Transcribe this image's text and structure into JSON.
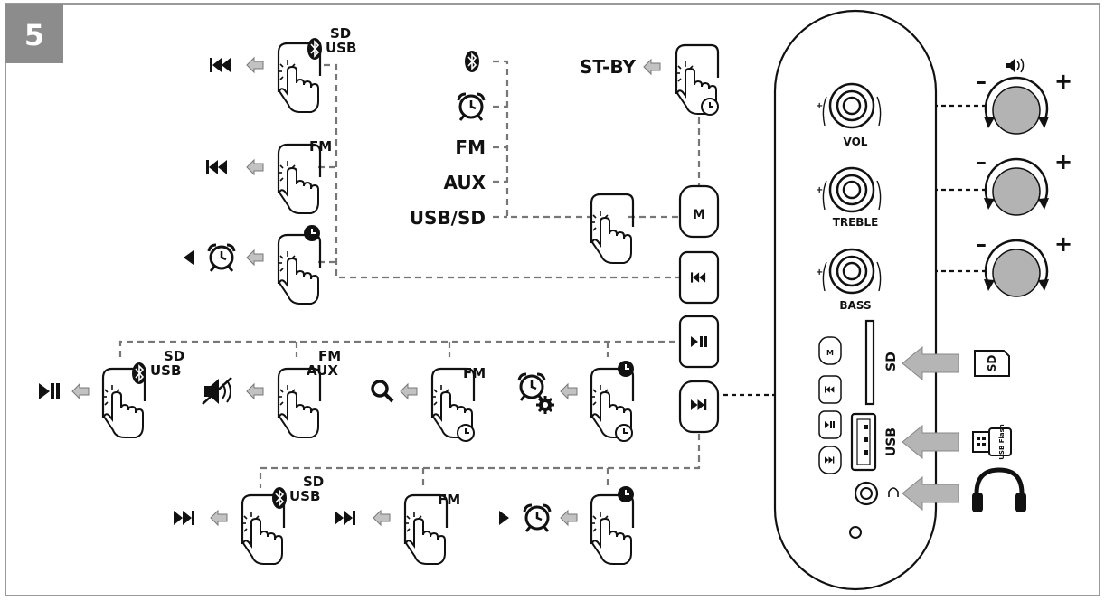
{
  "figure_number": "5",
  "labels": {
    "sd": "SD",
    "usb": "USB",
    "fm": "FM",
    "aux": "AUX",
    "usb_sd": "USB/SD",
    "stby": "ST-BY",
    "mode_button": "M",
    "vol": "VOL",
    "treble": "TREBLE",
    "bass": "BASS",
    "plus": "+",
    "minus": "–",
    "sd_slot": "SD",
    "usb_slot": "USB",
    "sd_card": "SD",
    "usb_flash": "USB Flash"
  },
  "icons": {
    "bluetooth": "bluetooth-icon",
    "alarm": "alarm-clock-icon",
    "clock": "clock-icon",
    "prev": "previous-track-icon",
    "next": "next-track-icon",
    "play_pause": "play-pause-icon",
    "mute": "mute-icon",
    "search": "search-icon",
    "settings": "gear-icon",
    "headphones": "headphones-icon",
    "speaker": "speaker-volume-icon",
    "press": "finger-press-icon"
  },
  "colors": {
    "frame": "#9a9a9a",
    "badge": "#8c8c8c",
    "arrow_fill": "#b5b5b5",
    "knob_fill": "#b3b3b3",
    "ink": "#111111"
  }
}
